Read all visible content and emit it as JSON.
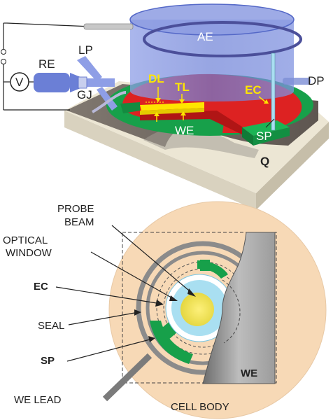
{
  "top_panel": {
    "labels": {
      "ae": "AE",
      "re": "RE",
      "lp": "LP",
      "gj": "GJ",
      "v": "V",
      "dl": "DL",
      "tl": "TL",
      "ec": "EC",
      "dp": "DP",
      "we": "WE",
      "sp": "SP",
      "q": "Q"
    }
  },
  "bottom_panel": {
    "labels": {
      "probe_beam_1": "PROBE",
      "probe_beam_2": "BEAM",
      "optical_window_1": "OPTICAL",
      "optical_window_2": "WINDOW",
      "ec": "EC",
      "seal": "SEAL",
      "sp": "SP",
      "we_lead": "WE LEAD",
      "we": "WE",
      "cell_body": "CELL BODY"
    }
  },
  "colors": {
    "electrolyte": "#dd2222",
    "green": "#17a04a",
    "yellow": "#ffe500",
    "blue": "#6b7fd6",
    "peach": "#f7d9b6",
    "light_blue": "#a9dff1",
    "gray": "#7b7b7b"
  }
}
